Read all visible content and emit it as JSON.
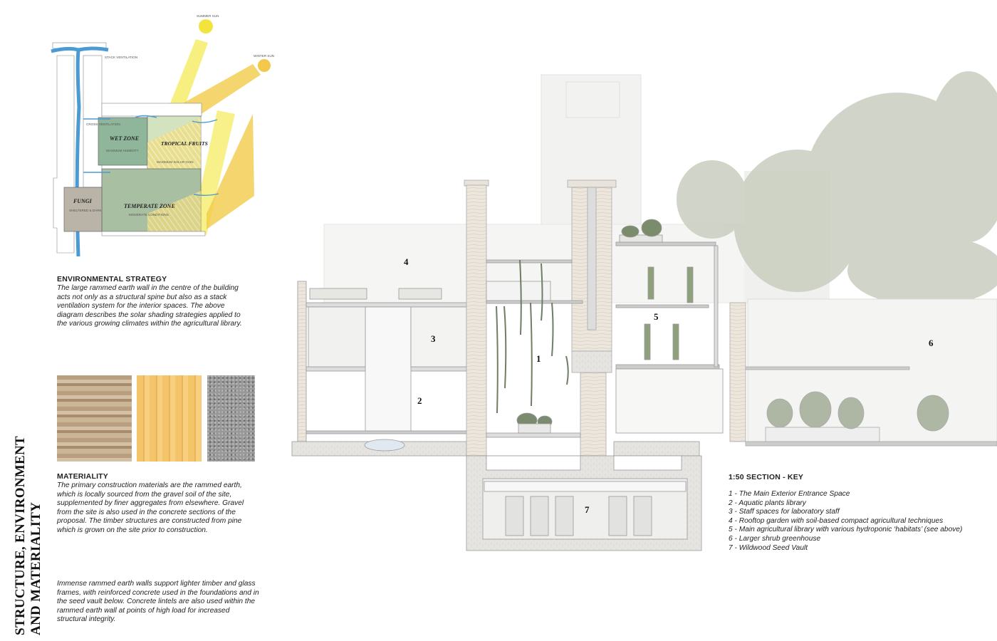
{
  "diagram": {
    "summer_sun": "SUMMER SUN",
    "winter_sun": "WINTER SUN",
    "stack_ventilation": "STACK VENTILATION",
    "cross_ventilation": "CROSS-VENTILATION",
    "zones": [
      {
        "name": "WET ZONE",
        "note": "MAXIMUM HUMIDITY",
        "color": "#8fb69a"
      },
      {
        "name": "TROPICAL FRUITS",
        "note": "MAXIMUM SOLAR GAIN",
        "color": "#d3e2bf"
      },
      {
        "name": "TEMPERATE ZONE",
        "note": "MODERATE CONDITIONS",
        "color": "#a9bfa2"
      },
      {
        "name": "FUNGI",
        "note": "SHELTERED & DARK",
        "color": "#b9b3a8"
      }
    ],
    "sun_color": "#f2dc3c",
    "air_color": "#4a9ad4"
  },
  "environmental": {
    "heading": "ENVIRONMENTAL STRATEGY",
    "body": "The large rammed earth wall in the centre of the building acts not only as a structural spine but also as a stack ventilation system for the interior spaces. The above diagram describes the solar shading strategies applied to the various growing climates within the agricultural library."
  },
  "materiality": {
    "heading": "MATERIALITY",
    "body": "The primary construction materials are the rammed earth, which is locally sourced from the gravel soil of the site, supplemented by finer aggregates from elsewhere. Gravel from the site is also used in the concrete sections of the proposal. The timber structures are constructed from pine which is grown on the site prior to construction.",
    "structure_note": "Immense rammed earth walls support lighter timber and glass frames, with reinforced concrete used in the foundations and in the seed vault below. Concrete lintels are also used within the rammed earth wall at points of high load for increased structural integrity."
  },
  "page_title": {
    "line1": "STRUCTURE, ENVIRONMENT",
    "line2": "AND MATERIALITY"
  },
  "section": {
    "labels": [
      "1",
      "2",
      "3",
      "4",
      "5",
      "6",
      "7"
    ]
  },
  "key": {
    "heading": "1:50 SECTION - KEY",
    "items": [
      "1 - The Main Exterior Entrance Space",
      "2 - Aquatic plants library",
      "3 - Staff spaces for laboratory staff",
      "4 - Rooftop garden with soil-based compact agricultural techniques",
      "5 - Main agricultural library with various hydroponic ‘habitats’ (see above)",
      "6 - Larger shrub greenhouse",
      "7 - Wildwood Seed Vault"
    ]
  }
}
